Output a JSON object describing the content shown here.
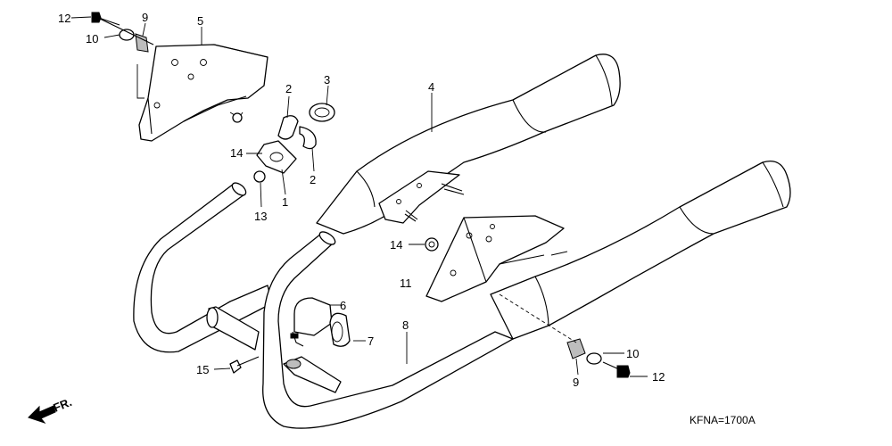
{
  "callouts": {
    "c1": "1",
    "c2a": "2",
    "c2b": "2",
    "c3": "3",
    "c4": "4",
    "c5": "5",
    "c6": "6",
    "c7": "7",
    "c8": "8",
    "c9a": "9",
    "c9b": "9",
    "c10a": "10",
    "c10b": "10",
    "c11": "11",
    "c12a": "12",
    "c12b": "12",
    "c13": "13",
    "c14a": "14",
    "c14b": "14",
    "c15": "15"
  },
  "direction_label": "FR.",
  "reference_code": "KFNA=1700A"
}
